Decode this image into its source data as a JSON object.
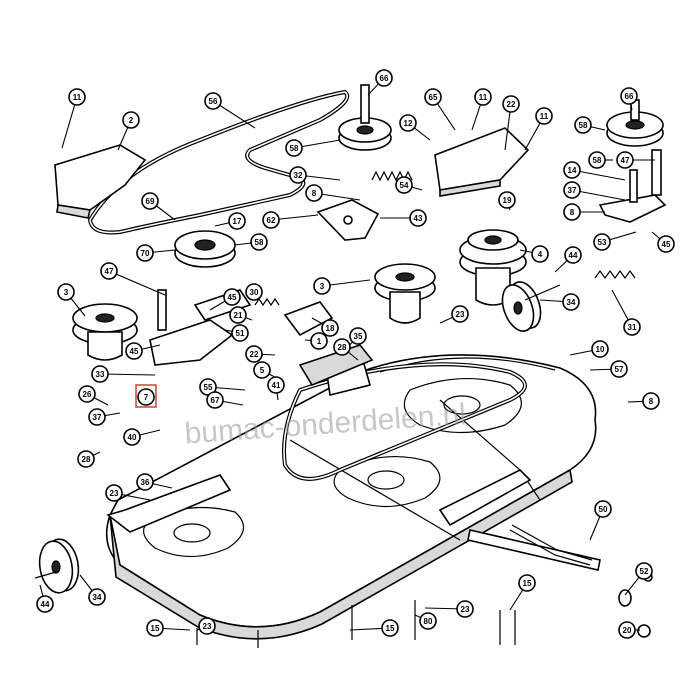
{
  "watermark": "bumac-onderdelen.nl",
  "callouts": [
    {
      "id": "11"
    },
    {
      "id": "2"
    },
    {
      "id": "56"
    },
    {
      "id": "66"
    },
    {
      "id": "65"
    },
    {
      "id": "11"
    },
    {
      "id": "22"
    },
    {
      "id": "11"
    },
    {
      "id": "66"
    },
    {
      "id": "58"
    },
    {
      "id": "12"
    },
    {
      "id": "58"
    },
    {
      "id": "58"
    },
    {
      "id": "47"
    },
    {
      "id": "32"
    },
    {
      "id": "54"
    },
    {
      "id": "14"
    },
    {
      "id": "8"
    },
    {
      "id": "19"
    },
    {
      "id": "37"
    },
    {
      "id": "69"
    },
    {
      "id": "17"
    },
    {
      "id": "62"
    },
    {
      "id": "43"
    },
    {
      "id": "8"
    },
    {
      "id": "70"
    },
    {
      "id": "58"
    },
    {
      "id": "53"
    },
    {
      "id": "45"
    },
    {
      "id": "4"
    },
    {
      "id": "47"
    },
    {
      "id": "44"
    },
    {
      "id": "3"
    },
    {
      "id": "30"
    },
    {
      "id": "3"
    },
    {
      "id": "45"
    },
    {
      "id": "34"
    },
    {
      "id": "23"
    },
    {
      "id": "31"
    },
    {
      "id": "21"
    },
    {
      "id": "18"
    },
    {
      "id": "51"
    },
    {
      "id": "1"
    },
    {
      "id": "35"
    },
    {
      "id": "10"
    },
    {
      "id": "45"
    },
    {
      "id": "22"
    },
    {
      "id": "28"
    },
    {
      "id": "33"
    },
    {
      "id": "5"
    },
    {
      "id": "57"
    },
    {
      "id": "7"
    },
    {
      "id": "55"
    },
    {
      "id": "26"
    },
    {
      "id": "41"
    },
    {
      "id": "37"
    },
    {
      "id": "67"
    },
    {
      "id": "8"
    },
    {
      "id": "40"
    },
    {
      "id": "28"
    },
    {
      "id": "36"
    },
    {
      "id": "23"
    },
    {
      "id": "50"
    },
    {
      "id": "52"
    },
    {
      "id": "44"
    },
    {
      "id": "34"
    },
    {
      "id": "15"
    },
    {
      "id": "23"
    },
    {
      "id": "80"
    },
    {
      "id": "23"
    },
    {
      "id": "15"
    },
    {
      "id": "20"
    },
    {
      "id": "15"
    }
  ]
}
